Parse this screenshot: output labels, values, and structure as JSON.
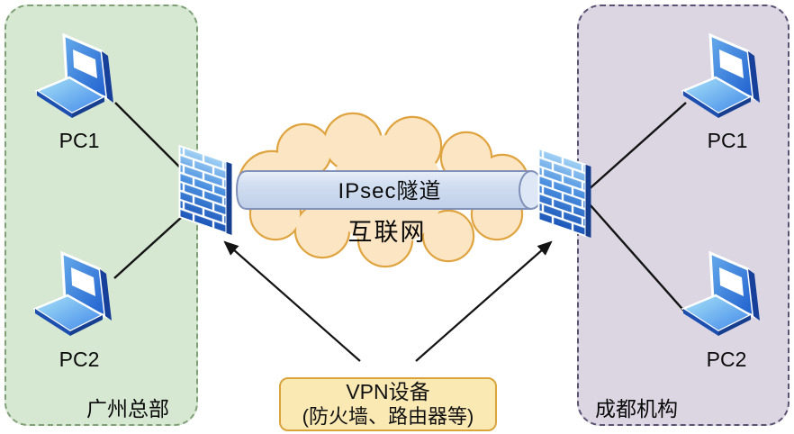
{
  "sites": [
    {
      "label": "广州总部",
      "pcs": [
        "PC1",
        "PC2"
      ],
      "fill": "#d6e7d2",
      "border": "#7f9f77"
    },
    {
      "label": "成都机构",
      "pcs": [
        "PC1",
        "PC2"
      ],
      "fill": "#dbd6e2",
      "border": "#5b5374"
    }
  ],
  "internet": {
    "cloud_label": "互联网",
    "cloud_fill": "#fce5c2",
    "cloud_border": "#dfa440",
    "tunnel_label": "IPsec隧道",
    "tunnel_fill": "#ccdaef",
    "tunnel_border": "#8090b8"
  },
  "vpn_note": {
    "line1": "VPN设备",
    "line2": "(防火墙、路由器等)",
    "fill": "#fbe9b4",
    "border": "#d9a43b"
  },
  "icons": {
    "pc": "laptop-icon",
    "gateway": "firewall-icon"
  }
}
